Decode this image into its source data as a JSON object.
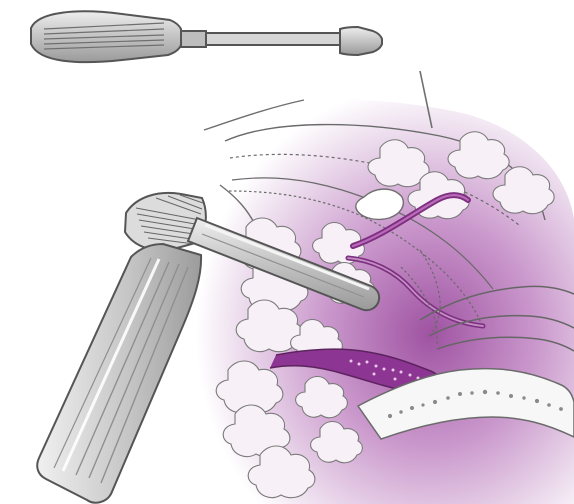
{
  "illustration": {
    "colors": {
      "background": "#ffffff",
      "outline": "#555555",
      "instrument_fill": "#c9c9c9",
      "instrument_shadow": "#8e8e8e",
      "tissue_light": "#f5eef6",
      "tissue_mid": "#d7b0d8",
      "tissue_dark": "#a45aa8",
      "highlight": "#9b2b97"
    },
    "elements": [
      "standalone-instrument",
      "anatomical-cross-section",
      "inserted-instrument"
    ]
  }
}
